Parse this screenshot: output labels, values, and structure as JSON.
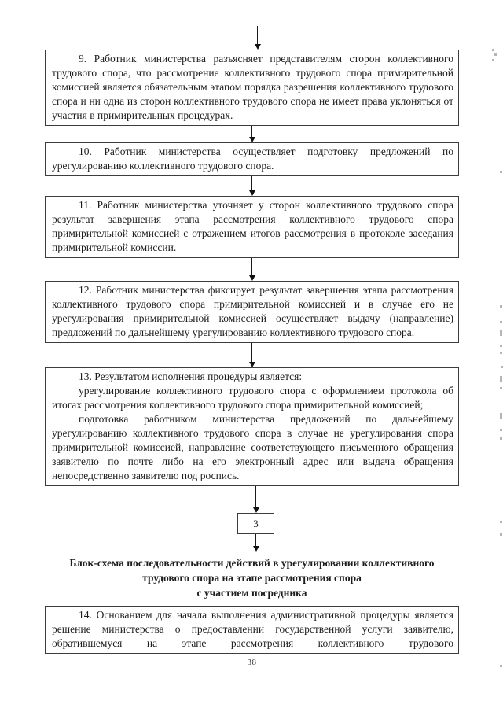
{
  "steps": {
    "s9": "9. Работник министерства разъясняет представителям сторон коллективного трудового спора, что рассмотрение коллективного трудового спора примирительной комиссией является обязательным этапом порядка разрешения коллективного трудового спора и ни одна из сторон коллективного трудового спора не имеет права уклоняться от участия в примирительных процедурах.",
    "s10": "10. Работник министерства осуществляет подготовку предложений по урегулированию коллективного трудового спора.",
    "s11": "11. Работник министерства уточняет у сторон коллективного трудового спора результат завершения этапа рассмотрения коллективного трудового спора примирительной комиссией с отражением итогов  рассмотрения в протоколе заседания примирительной комиссии.",
    "s12": "12. Работник министерства фиксирует результат завершения этапа рассмотрения коллективного трудового спора примирительной комиссией и в случае его не урегулирования примирительной комиссией осуществляет выдачу (направление) предложений по дальнейшему урегулированию коллективного трудового спора.",
    "s13_intro": "13. Результатом исполнения процедуры является:",
    "s13_item1": "урегулирование коллективного трудового спора с оформлением протокола об итогах рассмотрения коллективного трудового спора примирительной комиссией;",
    "s13_item2": "подготовка работником министерства предложений по дальнейшему урегулированию коллективного трудового спора в случае не урегулирования спора примирительной комиссией, направление соответствующего письменного обращения заявителю по почте либо на его электронный адрес или  выдача обращения непосредственно заявителю под роспись.",
    "s14": "14. Основанием для начала выполнения административной процедуры является решение министерства о предоставлении государственной услуги заявителю, обратившемуся на этапе рассмотрения коллективного трудового"
  },
  "connector": {
    "label": "3"
  },
  "title": {
    "line1": "Блок-схема последовательности действий в урегулировании коллективного",
    "line2": "трудового спора на этапе рассмотрения спора",
    "line3": "с участием посредника"
  },
  "footer": {
    "page_number": "38"
  }
}
